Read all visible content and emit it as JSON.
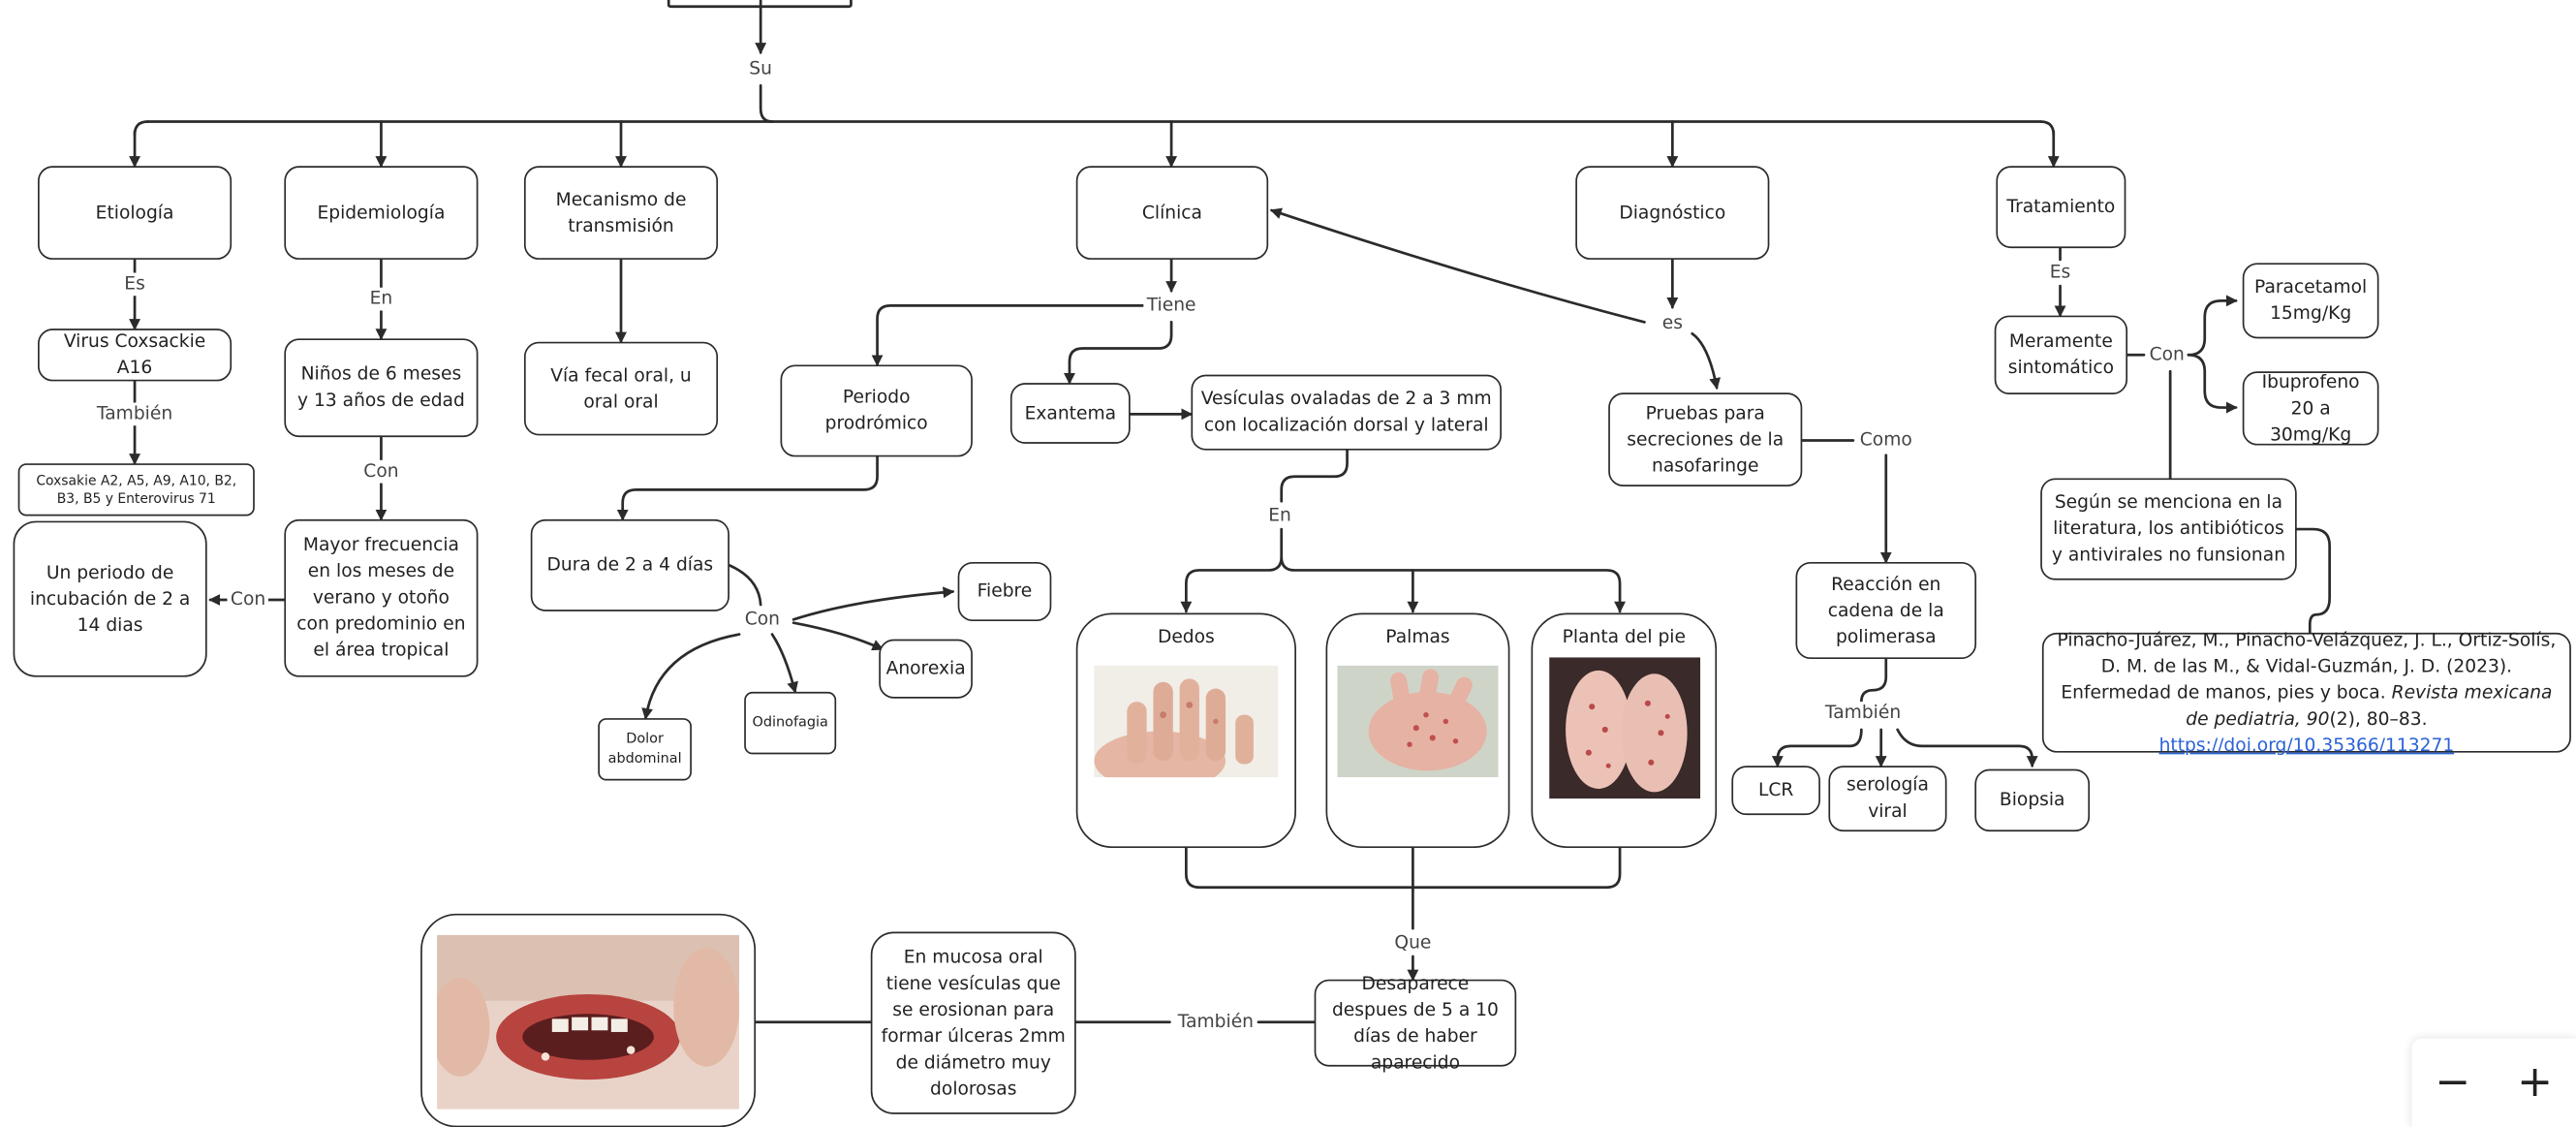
{
  "nodes": {
    "etiologia": "Etiología",
    "epidemiologia": "Epidemiología",
    "mecanismo": "Mecanismo de transmisión",
    "clinica": "Clínica",
    "diagnostico": "Diagnóstico",
    "tratamiento": "Tratamiento",
    "virus": "Virus Coxsackie A16",
    "coxsackie_list": "Coxsakie A2, A5, A9, A10, B2, B3, B5 y Enterovirus 71",
    "incubacion": "Un periodo de incubación de 2 a 14 dias",
    "ninos": "Niños de 6 meses y 13 años de edad",
    "mayor_frecuencia": "Mayor frecuencia en los meses de verano y otoño con predominio en el área tropical",
    "via_fecal": "Vía fecal oral, u oral oral",
    "periodo": "Periodo prodrómico",
    "dura": "Dura de 2 a 4 días",
    "fiebre": "Fiebre",
    "anorexia": "Anorexia",
    "odinofagia": "Odinofagia",
    "dolor": "Dolor abdominal",
    "exantema": "Exantema",
    "vesiculas": "Vesículas ovaladas de 2 a 3 mm con localización dorsal y lateral",
    "dedos": "Dedos",
    "palmas": "Palmas",
    "planta": "Planta del pie",
    "desaparece": "Desaparece despues de 5 a 10 días de haber aparecido",
    "mucosa": "En mucosa oral tiene vesículas que se erosionan para formar úlceras 2mm de diámetro muy dolorosas",
    "pruebas": "Pruebas para secreciones de la nasofaringe",
    "pcr": "Reacción en cadena de la polimerasa",
    "lcr": "LCR",
    "serologia": "serología viral",
    "biopsia": "Biopsia",
    "meramente": "Meramente sintomático",
    "paracetamol": "Paracetamol 15mg/Kg",
    "ibuprofeno": "Ibuprofeno 20 a 30mg/Kg",
    "antibioticos": "Según se menciona en la literatura, los antibióticos y antivirales no funsionan",
    "ref_main": "Pinacho-Juárez, M., Pinacho-Velázquez, J. L., Ortiz-Solís, D. M. de las M., & Vidal-Guzmán, J. D. (2023). Enfermedad de manos, pies y boca. ",
    "ref_journal": "Revista mexicana de pediatria, 90",
    "ref_issue": "(2), 80–83. ",
    "ref_link": "https://doi.org/10.35366/113271"
  },
  "labels": {
    "su": "Su",
    "es1": "Es",
    "tambien1": "También",
    "en1": "En",
    "con1": "Con",
    "con2": "Con",
    "tiene": "Tiene",
    "con3": "Con",
    "en2": "En",
    "que": "Que",
    "tambien2": "También",
    "es2": "es",
    "como": "Como",
    "tambien3": "También",
    "es3": "Es",
    "con4": "Con"
  },
  "zoom": {
    "minus": "−",
    "plus": "+"
  }
}
